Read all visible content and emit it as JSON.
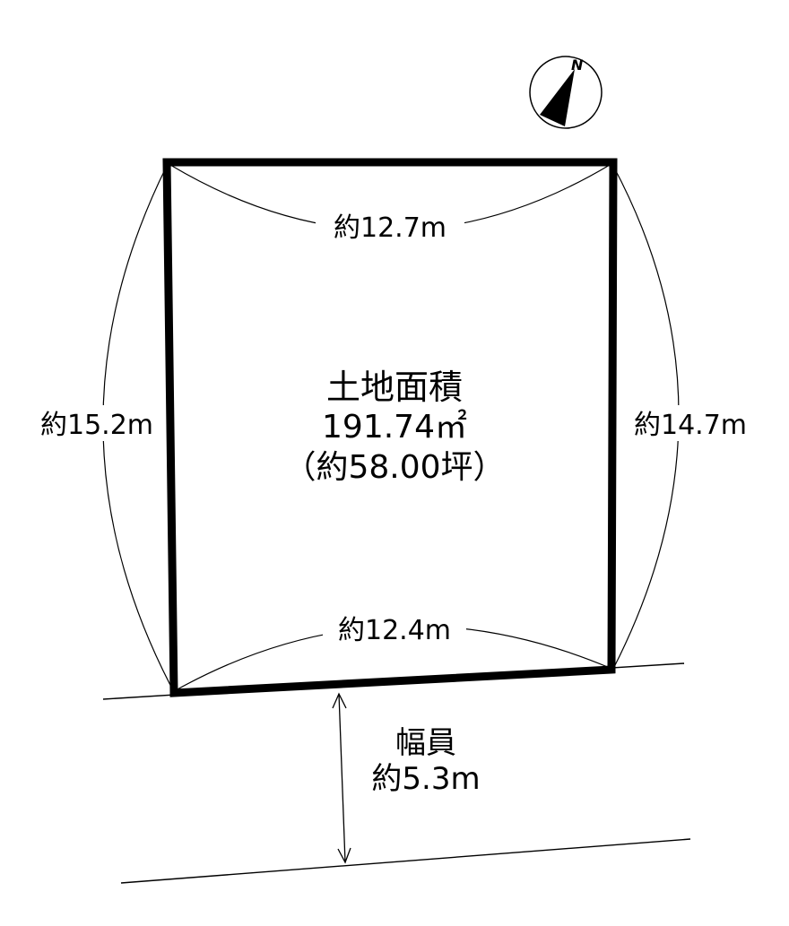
{
  "diagram": {
    "type": "land-survey-plot",
    "compass": {
      "label": "N"
    },
    "area": {
      "title": "土地面積",
      "sqm": "191.74㎡",
      "tsubo": "（約58.00坪）"
    },
    "dimensions": {
      "top": "約12.7m",
      "bottom": "約12.4m",
      "left": "約15.2m",
      "right": "約14.7m"
    },
    "road": {
      "label": "幅員",
      "width": "約5.3m"
    },
    "colors": {
      "line": "#000000",
      "background": "#ffffff"
    }
  }
}
